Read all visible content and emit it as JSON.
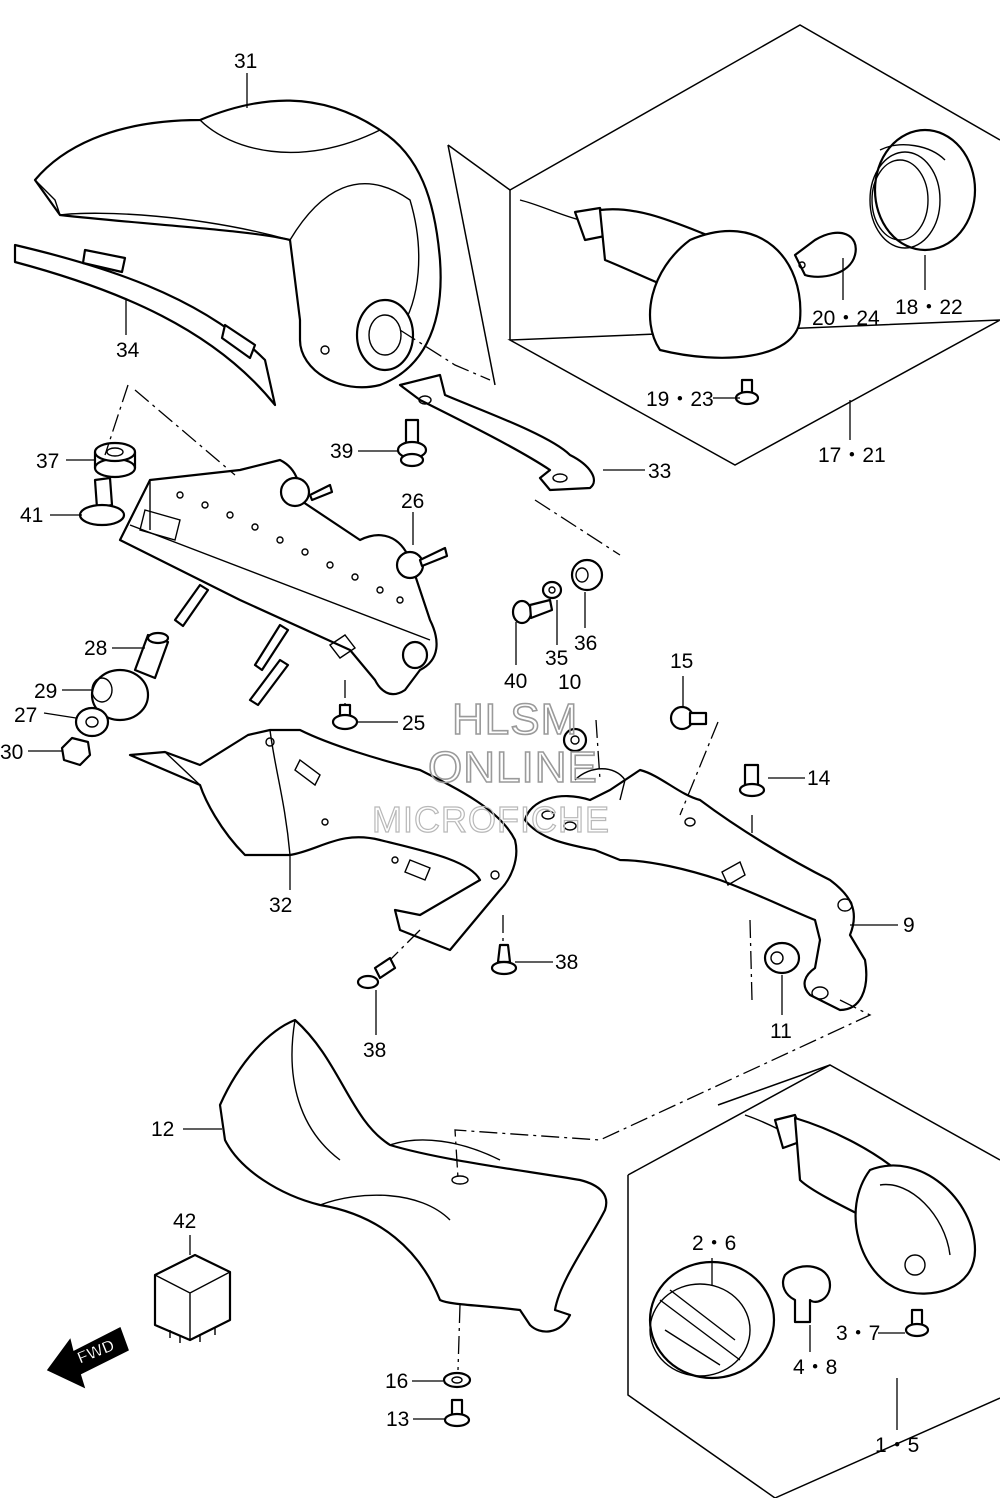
{
  "callouts": [
    {
      "id": "c31",
      "text": "31"
    },
    {
      "id": "c34",
      "text": "34"
    },
    {
      "id": "c37",
      "text": "37"
    },
    {
      "id": "c41",
      "text": "41"
    },
    {
      "id": "c39",
      "text": "39"
    },
    {
      "id": "c26",
      "text": "26"
    },
    {
      "id": "c33",
      "text": "33"
    },
    {
      "id": "c19_23",
      "text": "19・23"
    },
    {
      "id": "c20_24",
      "text": "20・24"
    },
    {
      "id": "c18_22",
      "text": "18・22"
    },
    {
      "id": "c17_21",
      "text": "17・21"
    },
    {
      "id": "c28",
      "text": "28"
    },
    {
      "id": "c29",
      "text": "29"
    },
    {
      "id": "c27",
      "text": "27"
    },
    {
      "id": "c30",
      "text": "30"
    },
    {
      "id": "c40",
      "text": "40"
    },
    {
      "id": "c35",
      "text": "35"
    },
    {
      "id": "c36",
      "text": "36"
    },
    {
      "id": "c10",
      "text": "10"
    },
    {
      "id": "c25",
      "text": "25"
    },
    {
      "id": "c15",
      "text": "15"
    },
    {
      "id": "c14",
      "text": "14"
    },
    {
      "id": "c9",
      "text": "9"
    },
    {
      "id": "c11",
      "text": "11"
    },
    {
      "id": "c32",
      "text": "32"
    },
    {
      "id": "c38a",
      "text": "38"
    },
    {
      "id": "c38b",
      "text": "38"
    },
    {
      "id": "c12",
      "text": "12"
    },
    {
      "id": "c42",
      "text": "42"
    },
    {
      "id": "c2_6",
      "text": "2・6"
    },
    {
      "id": "c3_7",
      "text": "3・7"
    },
    {
      "id": "c4_8",
      "text": "4・8"
    },
    {
      "id": "c16",
      "text": "16"
    },
    {
      "id": "c13",
      "text": "13"
    },
    {
      "id": "c1_5",
      "text": "1・5"
    }
  ],
  "watermark": {
    "line1": "HLSM",
    "line2": "ONLINE",
    "line3": "MICROFICHE"
  },
  "fwd_label": "FWD"
}
